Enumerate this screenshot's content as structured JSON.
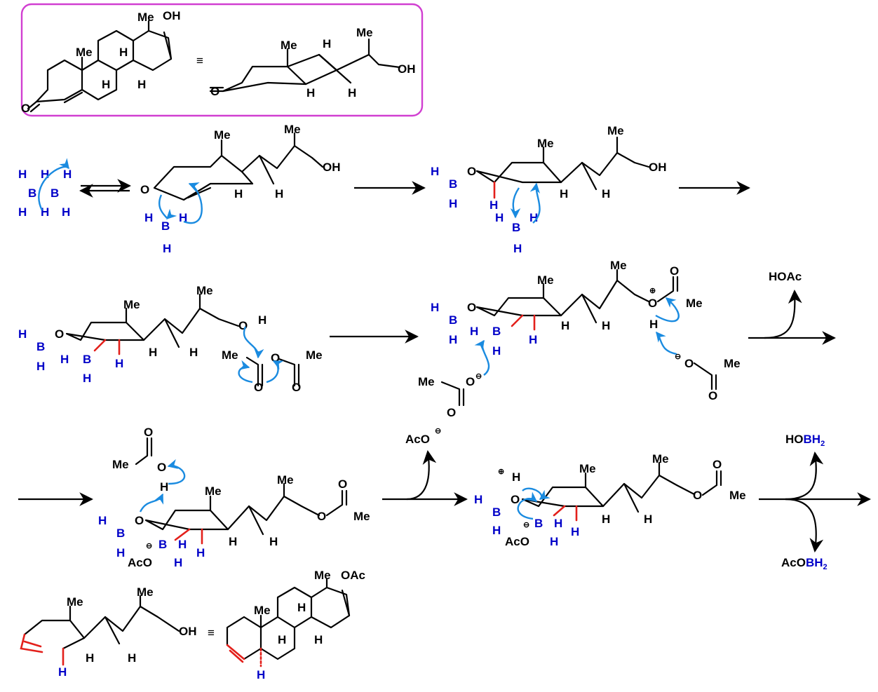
{
  "labels": {
    "me": "Me",
    "oh": "OH",
    "h": "H",
    "o": "O",
    "b": "B",
    "oac": "OAc",
    "aco": "AcO",
    "hoac": "HOAc",
    "ho_prefix": "HO",
    "bh": "BH",
    "sub2": "2",
    "equiv": "≡",
    "plus": "⊕",
    "minus": "⊖"
  },
  "colors": {
    "frame": "#d13fd1",
    "curly_arrow": "#1a8be0",
    "boron": "#0000c8",
    "new_bond": "#e3201b",
    "ink": "#000000"
  }
}
